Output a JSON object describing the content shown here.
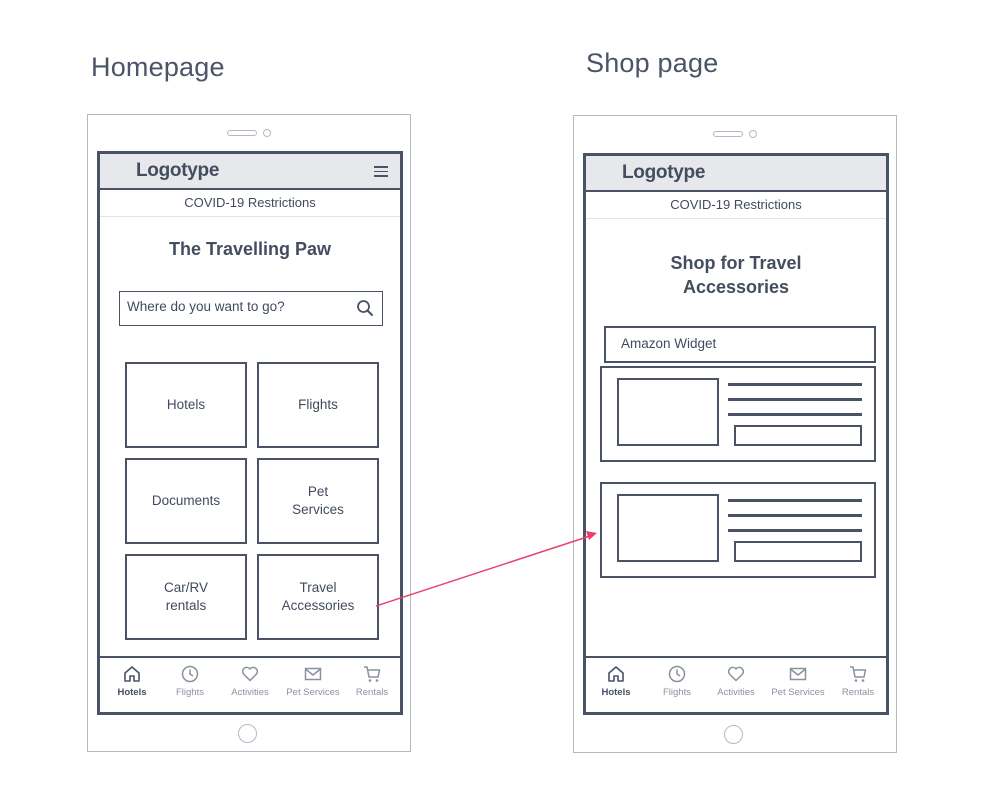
{
  "labels": {
    "left": "Homepage",
    "right": "Shop page"
  },
  "homepage": {
    "logo": "Logotype",
    "covid": "COVID-19 Restrictions",
    "title": "The Travelling Paw",
    "search_placeholder": "Where do you want to go?",
    "tiles": [
      "Hotels",
      "Flights",
      "Documents",
      "Pet\nServices",
      "Car/RV\nrentals",
      "Travel\nAccessories"
    ]
  },
  "shop": {
    "logo": "Logotype",
    "covid": "COVID-19 Restrictions",
    "title_line1": "Shop for Travel",
    "title_line2": "Accessories",
    "widget": "Amazon Widget"
  },
  "nav": [
    {
      "label": "Hotels",
      "icon": "home-icon",
      "active": true
    },
    {
      "label": "Flights",
      "icon": "clock-icon",
      "active": false
    },
    {
      "label": "Activities",
      "icon": "heart-icon",
      "active": false
    },
    {
      "label": "Pet Services",
      "icon": "mail-icon",
      "active": false
    },
    {
      "label": "Rentals",
      "icon": "cart-icon",
      "active": false
    }
  ],
  "colors": {
    "stroke": "#4a5266",
    "header_bg": "#e6e8ec",
    "arrow": "#e8426b",
    "device_outline": "#b3b9c4"
  }
}
